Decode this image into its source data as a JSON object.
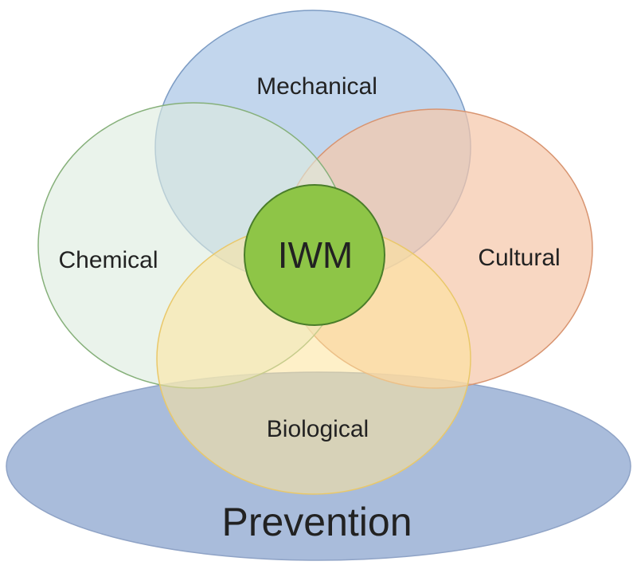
{
  "diagram": {
    "prevention": {
      "label": "Prevention",
      "fill": "#a9bcdb",
      "stroke": "#8fa3c6"
    },
    "mechanical": {
      "label": "Mechanical",
      "fill": "#b5cde9",
      "stroke": "#7d9cc4"
    },
    "chemical": {
      "label": "Chemical",
      "fill": "#ddecdf",
      "stroke": "#86b07a"
    },
    "cultural": {
      "label": "Cultural",
      "fill": "#f5c8ab",
      "stroke": "#d89470"
    },
    "biological": {
      "label": "Biological",
      "fill": "#fde49a",
      "stroke": "#e9c86a"
    },
    "center": {
      "label": "IWM",
      "fill": "#8ec547",
      "stroke": "#4a7d2a"
    }
  }
}
